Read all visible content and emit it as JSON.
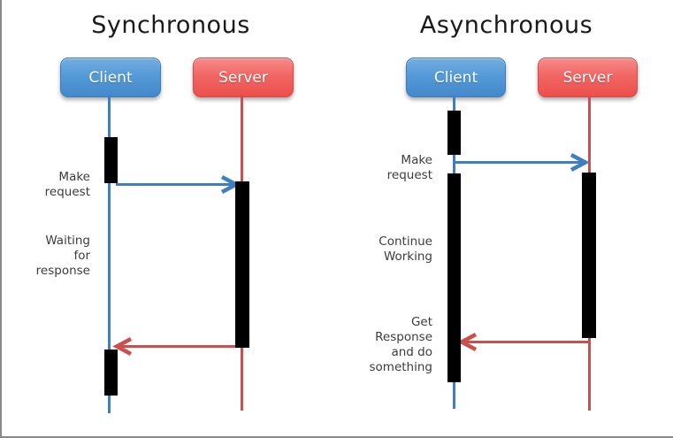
{
  "colors": {
    "client_blue": "#4389cb",
    "server_red": "#ec4f4c",
    "lifeline_blue": "#3e7fc1",
    "lifeline_red": "#c9504d",
    "activation_black": "#000000",
    "title_text": "#1a1a1a",
    "annotation_text": "#3c3c3c"
  },
  "sync": {
    "title": "Synchronous",
    "actors": {
      "client": "Client",
      "server": "Server"
    },
    "annotations": {
      "make_request": "Make\nrequest",
      "waiting": "Waiting\nfor\nresponse"
    }
  },
  "async": {
    "title": "Asynchronous",
    "actors": {
      "client": "Client",
      "server": "Server"
    },
    "annotations": {
      "make_request": "Make\nrequest",
      "continue_working": "Continue\nWorking",
      "get_response": "Get\nResponse\nand do\nsomething"
    }
  }
}
